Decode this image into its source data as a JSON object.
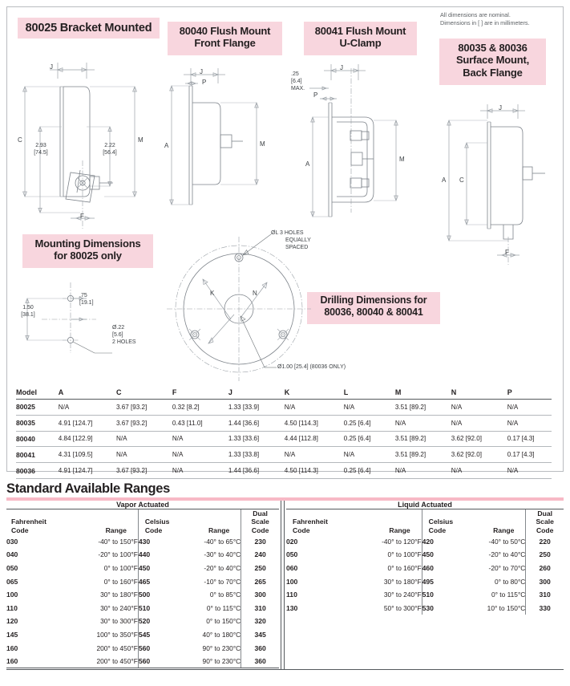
{
  "note": {
    "line1": "All dimensions are nominal.",
    "line2": "Dimensions in [  ] are in millimeters."
  },
  "titles": {
    "t80025": "80025 Bracket Mounted",
    "t80040_l1": "80040 Flush Mount",
    "t80040_l2": "Front Flange",
    "t80041_l1": "80041 Flush Mount",
    "t80041_l2": "U-Clamp",
    "t80035_l1": "80035 & 80036",
    "t80035_l2": "Surface Mount,",
    "t80035_l3": "Back Flange",
    "mounting_l1": "Mounting Dimensions",
    "mounting_l2": "for 80025 only",
    "drilling_l1": "Drilling Dimensions for",
    "drilling_l2": "80036, 80040 & 80041"
  },
  "callouts": {
    "J": "J",
    "C": "C",
    "M": "M",
    "F": "F",
    "A": "A",
    "P": "P",
    "K": "K",
    "N": "N",
    "d2_93": "2.93",
    "d2_93mm": "[74.5]",
    "d2_22": "2.22",
    "d2_22mm": "[56.4]",
    "d25": ".25",
    "d25mm": "[6.4]",
    "d25max": "MAX.",
    "m150": "1.50",
    "m150mm": "[38.1]",
    "m75": ".75",
    "m75mm": "[19.1]",
    "hole22": "Ø.22",
    "hole22mm": "[5.6]",
    "hole22n": "2 HOLES",
    "holesL": "ØL   3 HOLES",
    "holesL2": "EQUALLY",
    "holesL3": "SPACED",
    "dia100": "Ø1.00 [25.4]   (80036 ONLY)"
  },
  "dim_table": {
    "columns": [
      "Model",
      "A",
      "C",
      "F",
      "J",
      "K",
      "L",
      "M",
      "N",
      "P"
    ],
    "rows": [
      [
        "80025",
        "N/A",
        "3.67 [93.2]",
        "0.32 [8.2]",
        "1.33 [33.9]",
        "N/A",
        "N/A",
        "3.51 [89.2]",
        "N/A",
        "N/A"
      ],
      [
        "80035",
        "4.91 [124.7]",
        "3.67 [93.2]",
        "0.43 [11.0]",
        "1.44 [36.6]",
        "4.50 [114.3]",
        "0.25 [6.4]",
        "N/A",
        "N/A",
        "N/A"
      ],
      [
        "80040",
        "4.84 [122.9]",
        "N/A",
        "N/A",
        "1.33 [33.6]",
        "4.44 [112.8]",
        "0.25 [6.4]",
        "3.51 [89.2]",
        "3.62 [92.0]",
        "0.17 [4.3]"
      ],
      [
        "80041",
        "4.31 [109.5]",
        "N/A",
        "N/A",
        "1.33 [33.8]",
        "N/A",
        "N/A",
        "3.51 [89.2]",
        "3.62 [92.0]",
        "0.17 [4.3]"
      ],
      [
        "80036",
        "4.91 [124.7]",
        "3.67 [93.2]",
        "N/A",
        "1.44 [36.6]",
        "4.50 [114.3]",
        "0.25 [6.4]",
        "N/A",
        "N/A",
        "N/A"
      ]
    ]
  },
  "ranges": {
    "heading": "Standard Available Ranges",
    "vapor": {
      "group": "Vapor Actuated",
      "headers": {
        "f_code_l1": "Fahrenheit",
        "f_code_l2": "Code",
        "f_range": "Range",
        "c_code_l1": "Celsius",
        "c_code_l2": "Code",
        "c_range": "Range",
        "dual_l1": "Dual",
        "dual_l2": "Scale",
        "dual_l3": "Code"
      },
      "rows": [
        [
          "030",
          "-40° to 150°F",
          "430",
          "-40° to 65°C",
          "230"
        ],
        [
          "040",
          "-20° to 100°F",
          "440",
          "-30° to 40°C",
          "240"
        ],
        [
          "050",
          "0° to 100°F",
          "450",
          "-20° to 40°C",
          "250"
        ],
        [
          "065",
          "0° to 160°F",
          "465",
          "-10° to 70°C",
          "265"
        ],
        [
          "100",
          "30° to 180°F",
          "500",
          "0° to 85°C",
          "300"
        ],
        [
          "110",
          "30° to 240°F",
          "510",
          "0° to 115°C",
          "310"
        ],
        [
          "120",
          "30° to 300°F",
          "520",
          "0° to 150°C",
          "320"
        ],
        [
          "145",
          "100° to 350°F",
          "545",
          "40° to 180°C",
          "345"
        ],
        [
          "160",
          "200° to 450°F",
          "560",
          "90° to 230°C",
          "360"
        ],
        [
          "160",
          "200° to 450°F",
          "560",
          "90° to 230°C",
          "360"
        ]
      ]
    },
    "liquid": {
      "group": "Liquid Actuated",
      "headers": {
        "f_code_l1": "Fahrenheit",
        "f_code_l2": "Code",
        "f_range": "Range",
        "c_code_l1": "Celsius",
        "c_code_l2": "Code",
        "c_range": "Range",
        "dual_l1": "Dual",
        "dual_l2": "Scale",
        "dual_l3": "Code"
      },
      "rows": [
        [
          "020",
          "-40° to 120°F",
          "420",
          "-40° to 50°C",
          "220"
        ],
        [
          "050",
          "0° to 100°F",
          "450",
          "-20° to 40°C",
          "250"
        ],
        [
          "060",
          "0° to 160°F",
          "460",
          "-20° to 70°C",
          "260"
        ],
        [
          "100",
          "30° to 180°F",
          "495",
          "0° to 80°C",
          "300"
        ],
        [
          "110",
          "30° to 240°F",
          "510",
          "0° to 115°C",
          "310"
        ],
        [
          "130",
          "50° to 300°F",
          "530",
          "10° to 150°C",
          "330"
        ]
      ]
    }
  },
  "colors": {
    "pink_highlight": "#f8d6de",
    "pink_rule": "#f7b9c6",
    "ink": "#231f20",
    "line": "#9aa0a6"
  }
}
